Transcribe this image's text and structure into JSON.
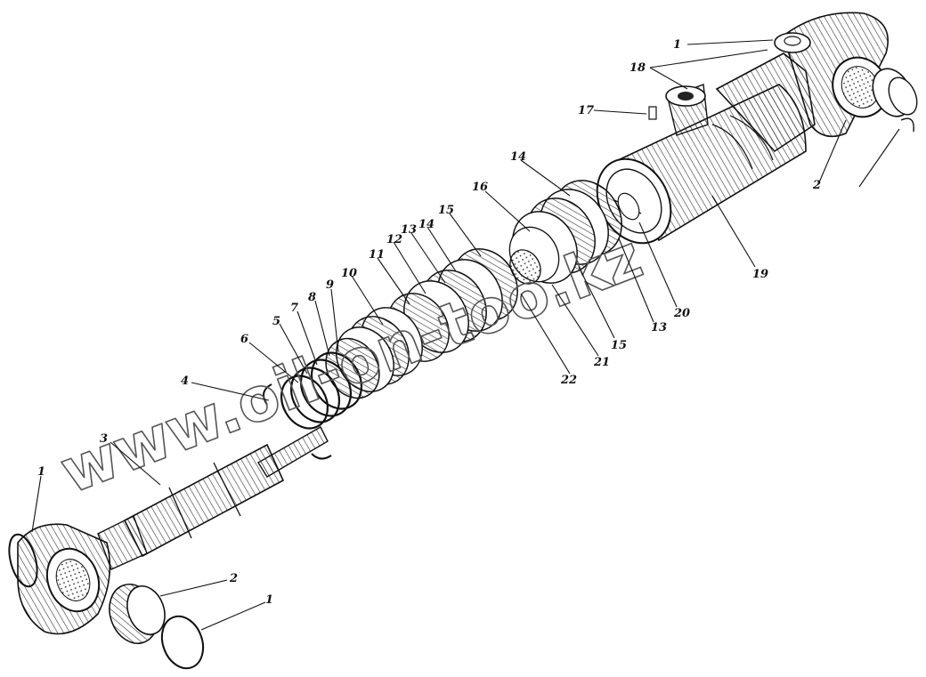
{
  "diagram": {
    "watermark": "www.oil-on-too.kz",
    "labels": [
      {
        "id": "l1a",
        "text": "1"
      },
      {
        "id": "l18",
        "text": "18"
      },
      {
        "id": "l17",
        "text": "17"
      },
      {
        "id": "l14a",
        "text": "14"
      },
      {
        "id": "l16",
        "text": "16"
      },
      {
        "id": "l15a",
        "text": "15"
      },
      {
        "id": "l14b",
        "text": "14"
      },
      {
        "id": "l13a",
        "text": "13"
      },
      {
        "id": "l12",
        "text": "12"
      },
      {
        "id": "l11",
        "text": "11"
      },
      {
        "id": "l10",
        "text": "10"
      },
      {
        "id": "l9",
        "text": "9"
      },
      {
        "id": "l8",
        "text": "8"
      },
      {
        "id": "l7",
        "text": "7"
      },
      {
        "id": "l5",
        "text": "5"
      },
      {
        "id": "l6",
        "text": "6"
      },
      {
        "id": "l4",
        "text": "4"
      },
      {
        "id": "l3",
        "text": "3"
      },
      {
        "id": "l1b",
        "text": "1"
      },
      {
        "id": "l2a",
        "text": "2"
      },
      {
        "id": "l1c",
        "text": "1"
      },
      {
        "id": "l2b",
        "text": "2"
      },
      {
        "id": "l19",
        "text": "19"
      },
      {
        "id": "l20",
        "text": "20"
      },
      {
        "id": "l13b",
        "text": "13"
      },
      {
        "id": "l15b",
        "text": "15"
      },
      {
        "id": "l21",
        "text": "21"
      },
      {
        "id": "l22",
        "text": "22"
      }
    ]
  }
}
